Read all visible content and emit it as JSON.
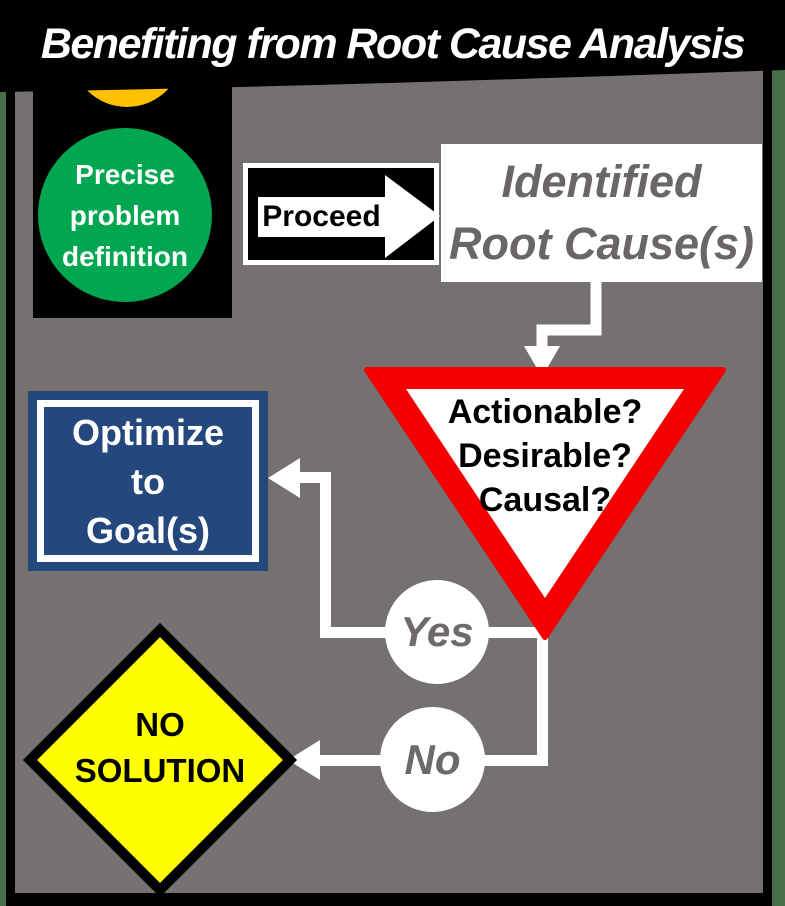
{
  "title": "Benefiting from Root Cause Analysis",
  "nodes": {
    "problem": {
      "name": "Precise problem definition",
      "lines": [
        "Precise",
        "problem",
        "definition"
      ]
    },
    "proceed": {
      "label": "Proceed"
    },
    "root_cause": {
      "lines": [
        "Identified",
        "Root Cause(s)"
      ]
    },
    "decision": {
      "lines": [
        "Actionable?",
        "Desirable?",
        "Causal?"
      ]
    },
    "optimize": {
      "lines": [
        "Optimize",
        "to",
        "Goal(s)"
      ]
    },
    "no_solution": {
      "lines": [
        "NO",
        "SOLUTION"
      ]
    }
  },
  "edges": {
    "yes_label": "Yes",
    "no_label": "No"
  },
  "colors": {
    "background_gray": "#767171",
    "border_green": "#47704A",
    "frame_black": "#000000",
    "go_green": "#00A650",
    "caution_yellow": "#FFC000",
    "stop_red": "#F40000",
    "optimize_blue": "#24487D",
    "warning_yellow": "#FFFF00",
    "muted_text_gray": "#6B6666",
    "white": "#FFFFFF"
  }
}
